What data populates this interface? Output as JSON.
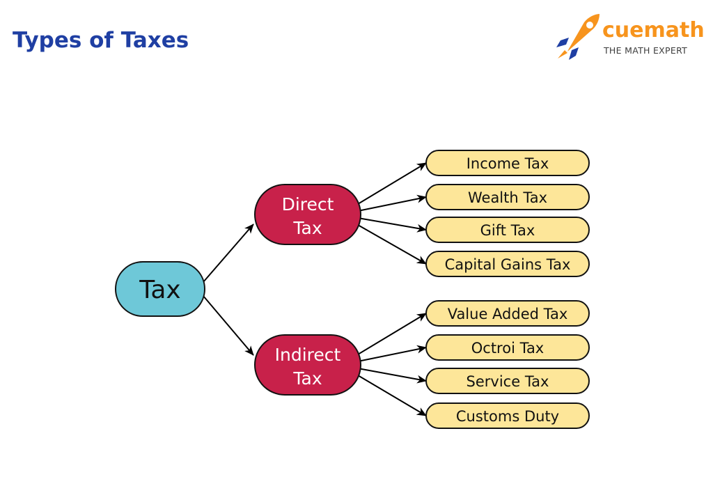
{
  "title": "Types of Taxes",
  "brand": {
    "name": "cuemath",
    "tagline": "THE MATH EXPERT",
    "color": "#f7941d"
  },
  "root": {
    "label": "Tax",
    "color": "#6ec8d8"
  },
  "categories": [
    {
      "lines": [
        "Direct",
        "Tax"
      ],
      "color": "#c8214a",
      "children": [
        "Income Tax",
        "Wealth Tax",
        "Gift Tax",
        "Capital Gains Tax"
      ]
    },
    {
      "lines": [
        "Indirect",
        "Tax"
      ],
      "color": "#c8214a",
      "children": [
        "Value Added Tax",
        "Octroi Tax",
        "Service Tax",
        "Customs Duty"
      ]
    }
  ],
  "leaf_color": "#fde699"
}
